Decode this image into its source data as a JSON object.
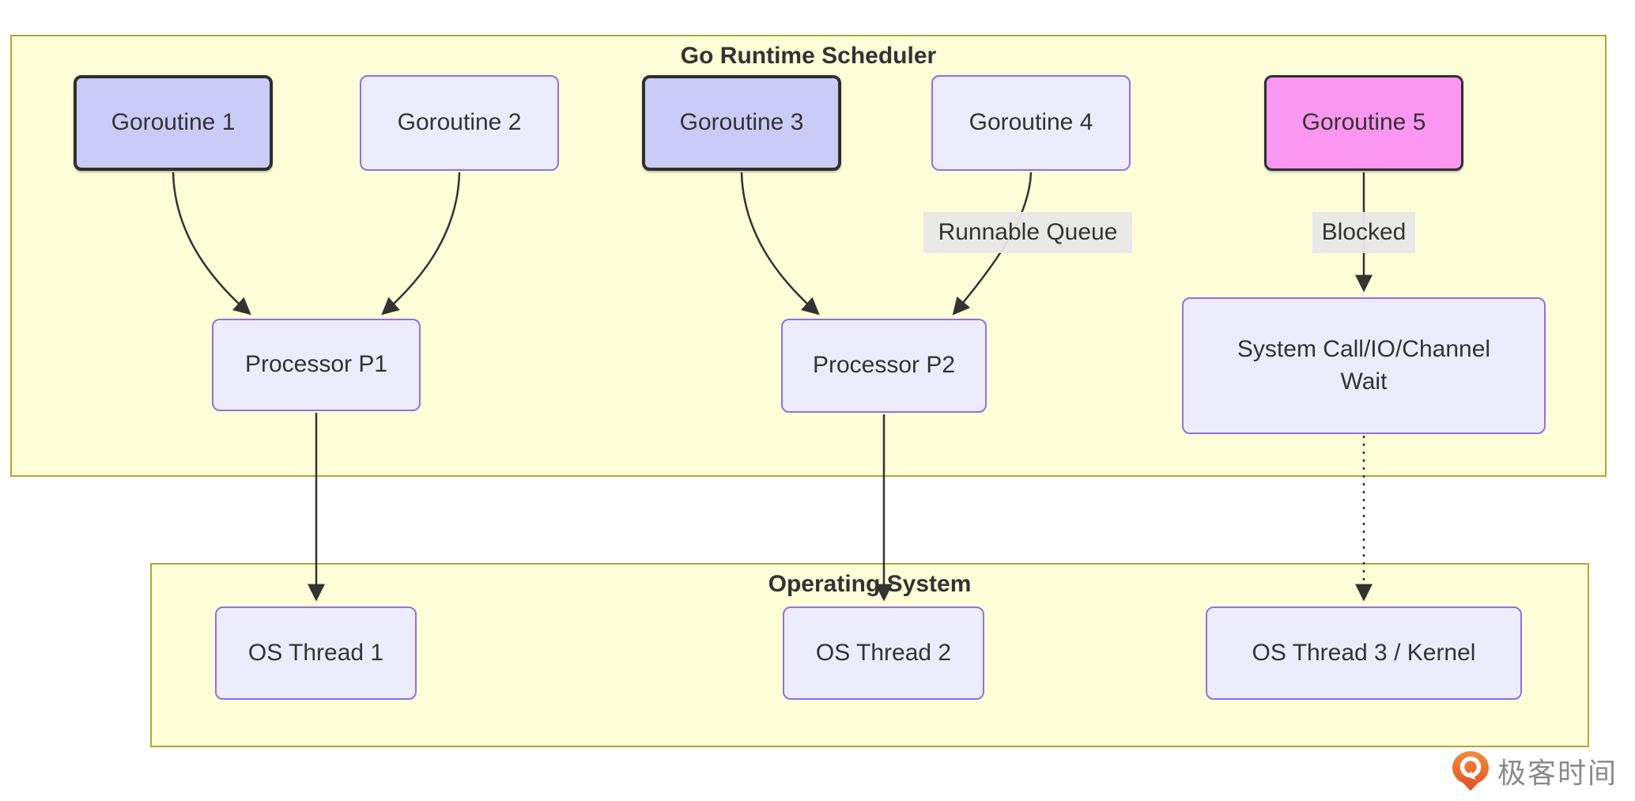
{
  "diagram": {
    "clusters": [
      {
        "id": "go-runtime-scheduler",
        "title": "Go Runtime Scheduler"
      },
      {
        "id": "operating-system",
        "title": "Operating System"
      }
    ],
    "nodes": [
      {
        "id": "goroutine-1",
        "label": "Goroutine 1",
        "style": "active"
      },
      {
        "id": "goroutine-2",
        "label": "Goroutine 2",
        "style": "default"
      },
      {
        "id": "goroutine-3",
        "label": "Goroutine 3",
        "style": "active"
      },
      {
        "id": "goroutine-4",
        "label": "Goroutine 4",
        "style": "default"
      },
      {
        "id": "goroutine-5",
        "label": "Goroutine 5",
        "style": "blocked"
      },
      {
        "id": "processor-p1",
        "label": "Processor P1",
        "style": "default"
      },
      {
        "id": "processor-p2",
        "label": "Processor P2",
        "style": "default"
      },
      {
        "id": "system-call",
        "label": "System Call/IO/Channel Wait",
        "style": "default"
      },
      {
        "id": "os-thread-1",
        "label": "OS Thread 1",
        "style": "default"
      },
      {
        "id": "os-thread-2",
        "label": "OS Thread 2",
        "style": "default"
      },
      {
        "id": "os-thread-3",
        "label": "OS Thread 3 / Kernel",
        "style": "default"
      }
    ],
    "edges": [
      {
        "from": "goroutine-1",
        "to": "processor-p1",
        "type": "solid"
      },
      {
        "from": "goroutine-2",
        "to": "processor-p1",
        "type": "solid"
      },
      {
        "from": "goroutine-3",
        "to": "processor-p2",
        "type": "solid"
      },
      {
        "from": "goroutine-4",
        "to": "processor-p2",
        "type": "solid",
        "label": "Runnable Queue"
      },
      {
        "from": "goroutine-5",
        "to": "system-call",
        "type": "solid",
        "label": "Blocked"
      },
      {
        "from": "processor-p1",
        "to": "os-thread-1",
        "type": "solid"
      },
      {
        "from": "processor-p2",
        "to": "os-thread-2",
        "type": "solid"
      },
      {
        "from": "system-call",
        "to": "os-thread-3",
        "type": "dotted"
      }
    ],
    "edge_labels": [
      {
        "id": "runnable-queue",
        "text": "Runnable Queue"
      },
      {
        "id": "blocked",
        "text": "Blocked"
      }
    ],
    "colors": {
      "cluster_fill": "#fdfdd8",
      "cluster_border": "#aaaa33",
      "node_fill": "#ececfc",
      "node_border": "#9370db",
      "active_node_fill": "#cbcbf8",
      "active_node_border": "#2f2f2f",
      "blocked_node_fill": "#fb96f1",
      "edge_color": "#333333",
      "edge_label_bg": "#e8e8e8",
      "text_color": "#333333"
    }
  },
  "watermark": {
    "text": "极客时间",
    "icon_color": "#e8602d",
    "text_color": "#8a8a8a"
  }
}
